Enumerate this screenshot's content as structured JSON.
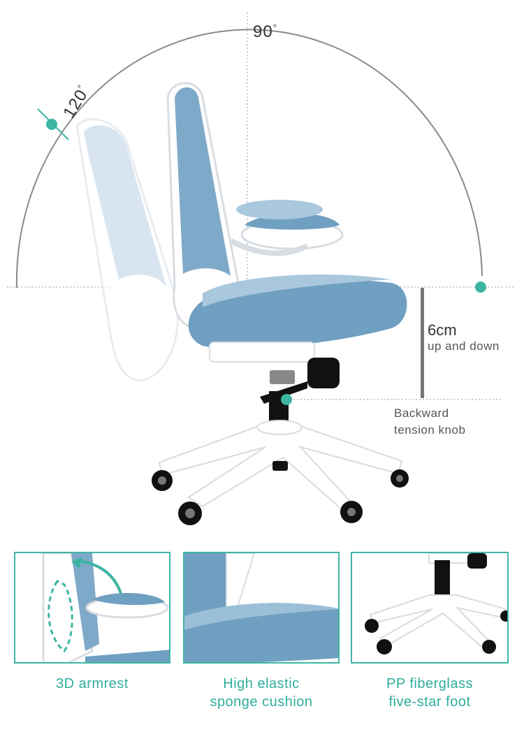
{
  "hero": {
    "angle_upright": "90",
    "angle_recline": "120",
    "degree_symbol": "°",
    "height_value": "6cm",
    "height_text": "up and down",
    "knob_line1": "Backward",
    "knob_line2": "tension knob"
  },
  "features": [
    {
      "line1": "3D armrest",
      "line2": ""
    },
    {
      "line1": "High elastic",
      "line2": "sponge cushion"
    },
    {
      "line1": "PP fiberglass",
      "line2": "five-star foot"
    }
  ],
  "colors": {
    "accent": "#3eb5a3",
    "fabric": "#6f9fc1",
    "fabric_light": "#a9c7dd",
    "frame": "#ffffff",
    "frame_edge": "#d9dde2",
    "metal": "#111111"
  }
}
